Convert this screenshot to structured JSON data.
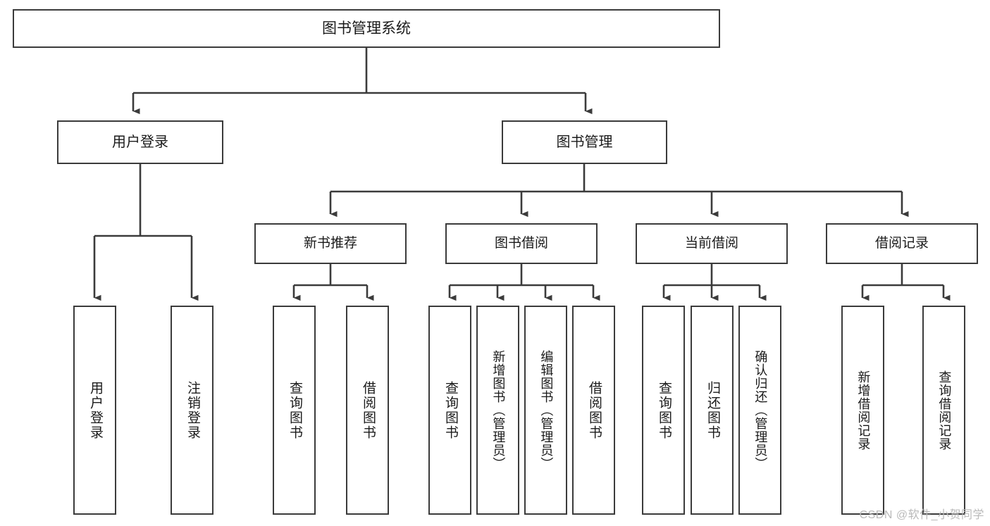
{
  "diagram": {
    "title": "图书管理系统",
    "type": "function-hierarchy-tree",
    "watermark": "CSDN @软件_小贺同学",
    "colors": {
      "border": "#3b3b3b",
      "text": "#1a1a1a",
      "background": "#ffffff",
      "connector": "#3b3b3b",
      "watermark": "#b9b9b9"
    },
    "root": {
      "label": "图书管理系统"
    },
    "level2": [
      {
        "label": "用户登录"
      },
      {
        "label": "图书管理"
      }
    ],
    "level3": [
      {
        "label": "新书推荐"
      },
      {
        "label": "图书借阅"
      },
      {
        "label": "当前借阅"
      },
      {
        "label": "借阅记录"
      }
    ],
    "leaves": {
      "user_login": [
        {
          "label": "用户登录"
        },
        {
          "label": "注销登录"
        }
      ],
      "new_book_recommend": [
        {
          "label": "查询图书"
        },
        {
          "label": "借阅图书"
        }
      ],
      "book_borrow": [
        {
          "label": "查询图书"
        },
        {
          "label": "新增图书（管理员）"
        },
        {
          "label": "编辑图书（管理员）"
        },
        {
          "label": "借阅图书"
        }
      ],
      "current_borrow": [
        {
          "label": "查询图书"
        },
        {
          "label": "归还图书"
        },
        {
          "label": "确认归还（管理员）"
        }
      ],
      "borrow_record": [
        {
          "label": "新增借阅记录"
        },
        {
          "label": "查询借阅记录"
        }
      ]
    }
  }
}
